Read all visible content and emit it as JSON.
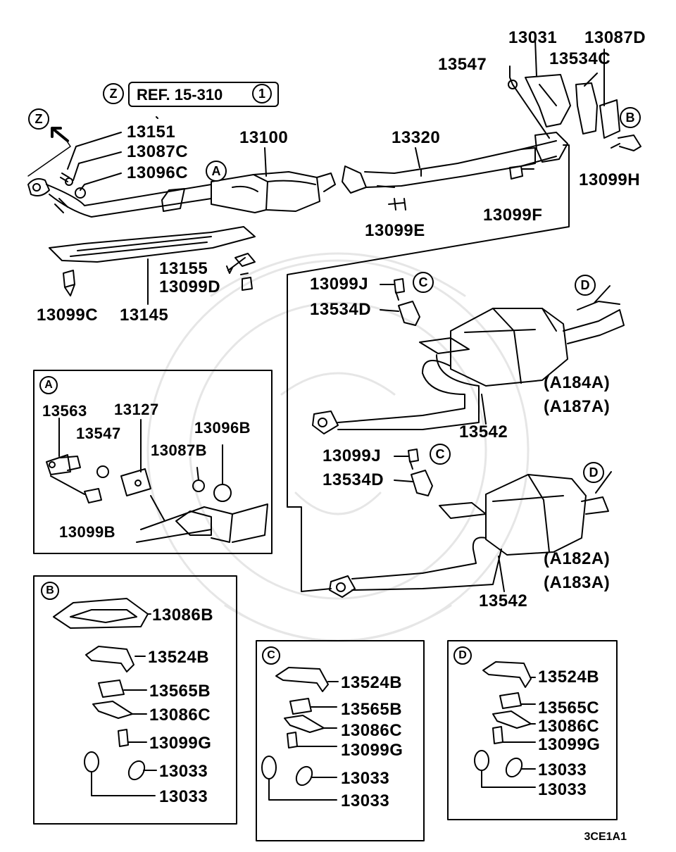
{
  "reference": {
    "zone_letter": "Z",
    "text": "REF. 15-310",
    "sheet_number": "1"
  },
  "direction_marker": "Z",
  "diagram_code": "3CE1A1",
  "main_labels": [
    "13151",
    "13087C",
    "13096C",
    "13100",
    "13320",
    "13547",
    "13031",
    "13087D",
    "13534C",
    "13099H",
    "13099E",
    "13099F",
    "13155",
    "13099D",
    "13099C",
    "13145",
    "13099J",
    "13534D",
    "13542",
    "13099J",
    "13534D",
    "13542"
  ],
  "variants": {
    "upper": [
      "(A184A)",
      "(A187A)"
    ],
    "lower": [
      "(A182A)",
      "(A183A)"
    ]
  },
  "callouts": {
    "A": "A",
    "B": "B",
    "C": "C",
    "D": "D"
  },
  "detail_A": {
    "title": "A",
    "labels": [
      "13563",
      "13127",
      "13547",
      "13096B",
      "13087B",
      "13099B"
    ]
  },
  "detail_B": {
    "title": "B",
    "labels": [
      "13086B",
      "13524B",
      "13565B",
      "13086C",
      "13099G",
      "13033",
      "13033"
    ]
  },
  "detail_C": {
    "title": "C",
    "labels": [
      "13524B",
      "13565B",
      "13086C",
      "13099G",
      "13033",
      "13033"
    ]
  },
  "detail_D": {
    "title": "D",
    "labels": [
      "13524B",
      "13565C",
      "13086C",
      "13099G",
      "13033",
      "13033"
    ]
  }
}
